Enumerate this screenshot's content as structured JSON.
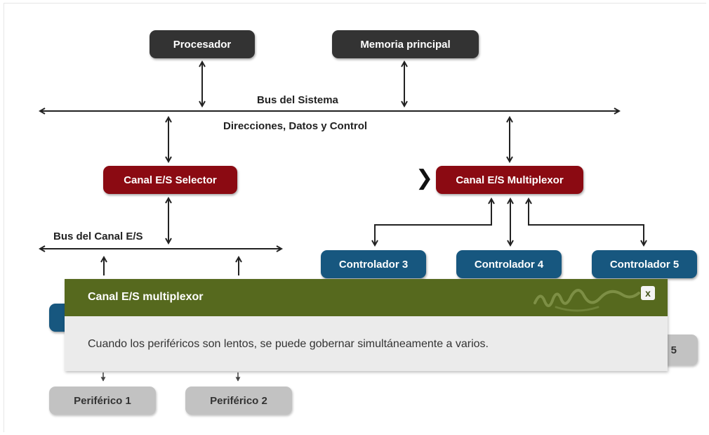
{
  "nodes": {
    "processor": "Procesador",
    "memory": "Memoria principal",
    "selector_channel": "Canal E/S Selector",
    "multiplexor_channel": "Canal E/S Multiplexor",
    "controller_3": "Controlador 3",
    "controller_4": "Controlador 4",
    "controller_5": "Controlador 5",
    "peripheral_1": "Periférico 1",
    "peripheral_2": "Periférico 2",
    "partial_box_text": "5"
  },
  "labels": {
    "system_bus": "Bus del Sistema",
    "system_bus_sub": "Direcciones, Datos y Control",
    "channel_bus": "Bus del Canal E/S"
  },
  "popup": {
    "title": "Canal E/S multiplexor",
    "body": "Cuando los periféricos son lentos, se puede gobernar simultáneamente a varios.",
    "close_label": "x",
    "watermark_icon": "handwriting-swoosh-icon"
  },
  "colors": {
    "dark_box": "#333333",
    "channel_box": "#8b0a12",
    "controller_box": "#17577f",
    "peripheral_box": "#c2c2c2",
    "popup_header": "#56691e",
    "popup_body": "#ebebeb"
  },
  "icons": {
    "active_pointer": "chevron-right-icon"
  }
}
